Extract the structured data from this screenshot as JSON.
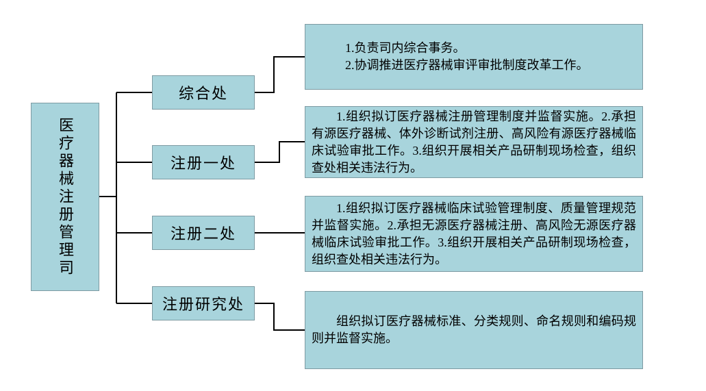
{
  "root": {
    "label": "医疗器械注册管理司"
  },
  "divisions": [
    {
      "label": "综合处",
      "description": "1.负责司内综合事务。\n2.协调推进医疗器械审评审批制度改革工作。"
    },
    {
      "label": "注册一处",
      "description": "1.组织拟订医疗器械注册管理制度并监督实施。2.承担有源医疗器械、体外诊断试剂注册、高风险有源医疗器械临床试验审批工作。3.组织开展相关产品研制现场检查，组织查处相关违法行为。"
    },
    {
      "label": "注册二处",
      "description": "1.组织拟订医疗器械临床试验管理制度、质量管理规范并监督实施。2.承担无源医疗器械注册、高风险无源医疗器械临床试验审批工作。3.组织开展相关产品研制现场检查，组织查处相关违法行为。"
    },
    {
      "label": "注册研究处",
      "description": "组织拟订医疗器械标准、分类规则、命名规则和编码规则并监督实施。"
    }
  ],
  "colors": {
    "box_fill": "#a8d4dc",
    "box_border": "#7d9aa2",
    "connector": "#000000",
    "background": "#ffffff",
    "text": "#000000"
  }
}
